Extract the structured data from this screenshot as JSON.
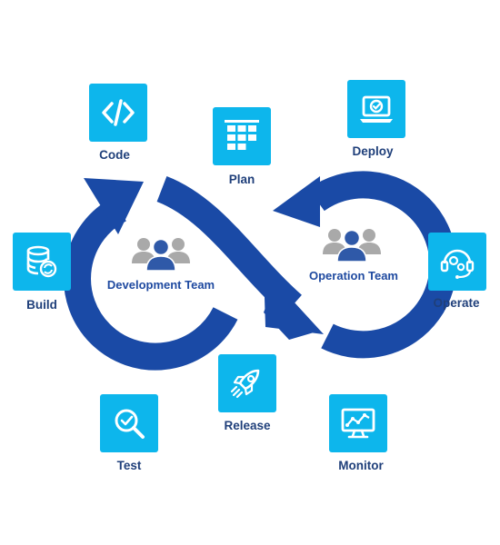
{
  "stages": {
    "code": "Code",
    "plan": "Plan",
    "deploy": "Deploy",
    "build": "Build",
    "operate": "Operate",
    "release": "Release",
    "test": "Test",
    "monitor": "Monitor"
  },
  "teams": {
    "development": "Development Team",
    "operation": "Operation Team"
  },
  "colors": {
    "loop": "#1a4aa6",
    "loop_dark": "#123a8c",
    "tile": "#0db6ec",
    "label": "#1f3f7a",
    "team_label": "#1f4aa0",
    "people_gray": "#a9a9a9",
    "people_front": "#2f59a8"
  },
  "icons": {
    "code": "code-brackets-icon",
    "plan": "calendar-grid-icon",
    "deploy": "laptop-check-icon",
    "build": "database-sync-icon",
    "operate": "headset-gears-icon",
    "release": "rocket-icon",
    "test": "magnifier-check-icon",
    "monitor": "monitor-chart-icon",
    "team": "people-group-icon"
  }
}
